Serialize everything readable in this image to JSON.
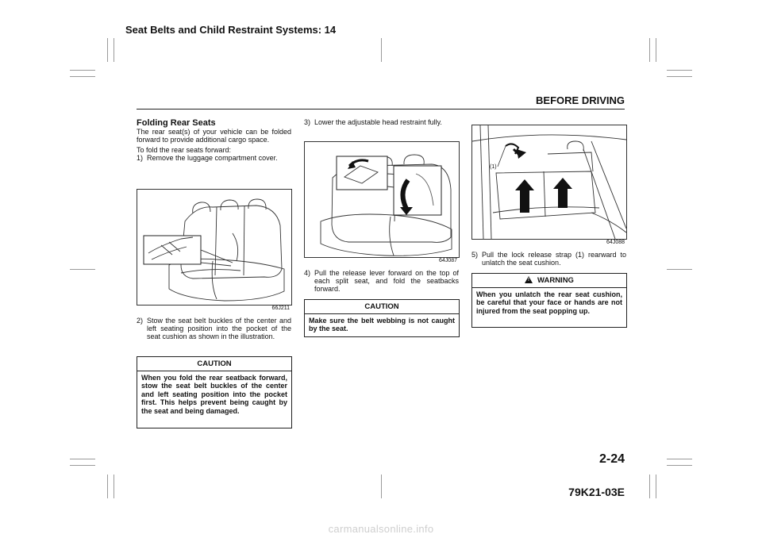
{
  "header": {
    "chapter": "Seat Belts and Child Restraint Systems: 14",
    "section": "BEFORE DRIVING"
  },
  "footer": {
    "page_number": "2-24",
    "doc_code": "79K21-03E",
    "watermark": "carmanualsonline.info"
  },
  "col1": {
    "title": "Folding Rear Seats",
    "intro": "The rear seat(s) of your vehicle can be folded forward to provide additional cargo space.",
    "lead": "To fold the rear seats forward:",
    "step1_num": "1)",
    "step1": "Remove the luggage compartment cover.",
    "fig1_code": "66J211",
    "step2_num": "2)",
    "step2": "Stow the seat belt buckles of the center and left seating position into the pocket of the seat cushion as shown in the illustration.",
    "caution_title": "CAUTION",
    "caution_text": "When you fold the rear seatback forward, stow the seat belt buckles of the center and left seating position into the pocket first. This helps prevent being caught by the seat and being damaged."
  },
  "col2": {
    "step3_num": "3)",
    "step3": "Lower the adjustable head restraint fully.",
    "fig2_code": "64J087",
    "step4_num": "4)",
    "step4": "Pull the release lever forward on the top of each split seat, and fold the seatbacks forward.",
    "caution_title": "CAUTION",
    "caution_text": "Make sure the belt webbing is not caught by the seat."
  },
  "col3": {
    "fig3_code": "64J088",
    "fig3_callout": "(1)",
    "step5_num": "5)",
    "step5": "Pull the lock release strap (1) rearward to unlatch the seat cushion.",
    "warning_title": "WARNING",
    "warning_icon_glyph": "!",
    "warning_text": "When you unlatch the rear seat cushion, be careful that your face or hands are not injured from the seat popping up."
  }
}
